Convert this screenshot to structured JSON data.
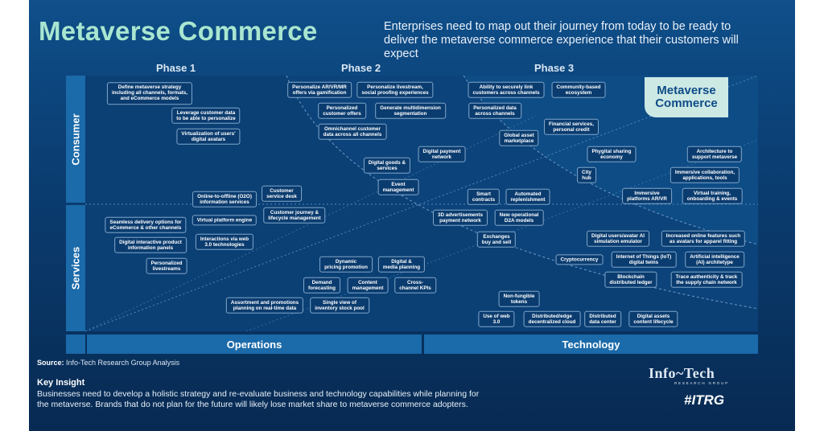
{
  "title": "Metaverse Commerce",
  "subtitle": "Enterprises need to map out their journey from today to be ready to deliver the metaverse commerce experience that their customers will expect",
  "phases": [
    "Phase 1",
    "Phase 2",
    "Phase 3"
  ],
  "row_labels": [
    "Consumer",
    "Services"
  ],
  "column_labels": [
    "Operations",
    "Technology"
  ],
  "target": "Metaverse\nCommerce",
  "nodes": [
    "Define metaverse strategy\nincluding all channels, formats,\nand eCommerce models",
    "Leverage customer data\nto be able to personalize",
    "Virtualization of users'\ndigital avatars",
    "Personalize AR/VR/MR\noffers via gamification",
    "Personalize livestream,\nsocial proofing experiences",
    "Personalized\ncustomer offers",
    "Generate multidimension\nsegmentation",
    "Omnichannel customer\ndata across all channels",
    "Ability to securely link\ncustomers across channels",
    "Community-based\necosystem",
    "Personalized data\nacross channels",
    "Financial services,\npersonal credit",
    "Global asset\nmarketplace",
    "Digital payment\nnetwork",
    "Digital goods &\nservices",
    "Phygital sharing\neconomy",
    "Architecture to\nsupport metaverse",
    "City\nhub",
    "Immersive collaboration,\napplications, tools",
    "Event\nmanagement",
    "Customer\nservice desk",
    "Online-to-offline (O2O)\ninformation services",
    "Smart\ncontracts",
    "Automated\nreplenishment",
    "Immersive\nplatforms AR/VR",
    "Virtual training,\nonboarding & events",
    "Customer journey &\nlifecycle management",
    "3D advertisements\npayment network",
    "New operational\nD2A models",
    "Seamless delivery options for\neCommerce & other channels",
    "Virtual platform engine",
    "Exchanges\nbuy and sell",
    "Digital users/avatar AI\nsimulation emulator",
    "Increased online features such\nas avatars for apparel fitting",
    "Digital interactive product\ninformation panels",
    "Interactions via web\n3.0 technologies",
    "Cryptocurrency",
    "Internet of Things (IoT)\ndigital twins",
    "Artificial intelligence\n(AI) architetype",
    "Personalized\nlivestreams",
    "Dynamic\npricing promotion",
    "Digital &\nmedia planning",
    "Blockchain\ndistributed ledger",
    "Trace authenticity & track\nthe supply chain network",
    "Demand\nforecasting",
    "Content\nmanagement",
    "Cross-\nchannel KPIs",
    "Non-fungible\ntokens",
    "Assortment and promotions\nplanning on real-time data",
    "Single view of\ninventory stock pool",
    "Use of web\n3.0",
    "Distributed/edge\ndecentralized cloud",
    "Distributed\ndata center",
    "Digital assets\ncontent lifecycle"
  ],
  "source_label": "Source:",
  "source_text": "Info-Tech Research Group Analysis",
  "key_insight_title": "Key Insight",
  "key_insight_text": "Businesses need to develop a holistic strategy and re-evaluate business and technology capabilities while planning for the metaverse. Brands that do not plan for the future will likely lose market share to metaverse commerce adopters.",
  "logo": "Info~Tech",
  "logo_sub": "RESEARCH GROUP",
  "logo_tag": "#ITRG",
  "colors": {
    "background": "#0b3f74",
    "title": "#a9e6d0",
    "band": "#1b6aa9",
    "target": "#cde9e4"
  }
}
